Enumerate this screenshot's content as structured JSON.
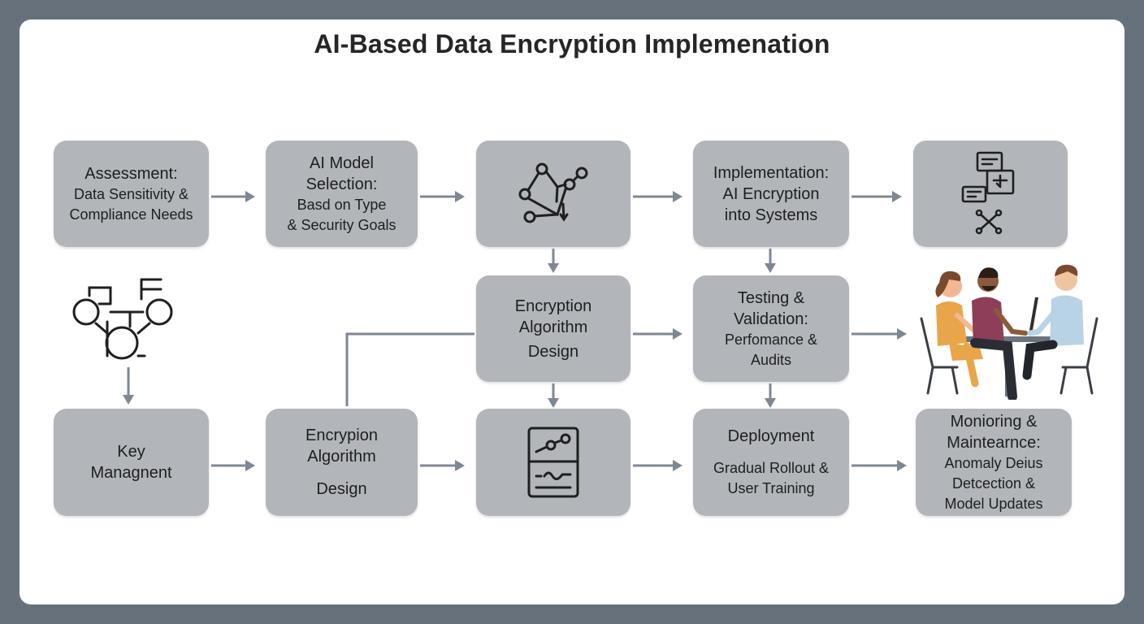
{
  "title": "AI-Based Data Encryption Implemenation",
  "steps": {
    "assessment": {
      "line1": "Assessment:",
      "line2": "Data Sensitivity &",
      "line3": "Compliance Needs"
    },
    "ai_model": {
      "line1": "AI Model",
      "line2": "Selection:",
      "line3": "Basd on Type",
      "line4": "& Security Goals"
    },
    "implementation": {
      "line1": "Implementation:",
      "line2": "AI Encryption",
      "line3": "into Systems"
    },
    "encryption_upper": {
      "line1": "Encryption",
      "line2": "Algorithm",
      "line3": "Design"
    },
    "testing": {
      "line1": "Testing &",
      "line2": "Validation:",
      "line3": "Perfomance &",
      "line4": "Audits"
    },
    "key_management": {
      "line1": "Key",
      "line2": "Managnent"
    },
    "encryption_lower": {
      "line1": "Encrypion",
      "line2": "Algorithm",
      "line3": "Design"
    },
    "deployment": {
      "line1": "Deployment",
      "line2": "Gradual Rollout &",
      "line3": "User Training"
    },
    "monitoring": {
      "line1": "Monioring &",
      "line2": "Maintearnce:",
      "line3": "Anomaly Deius",
      "line4": "Detcection &",
      "line5": "Model Updates"
    }
  },
  "icons": [
    "node-graph-icon",
    "documents-network-icon",
    "circles-network-icon",
    "dashboard-panel-icon",
    "team-meeting-illustration"
  ],
  "colors": {
    "background": "#66717c",
    "card": "#ffffff",
    "box": "#b2b6ba",
    "arrow": "#7e8894",
    "text": "#1e1e1e"
  }
}
